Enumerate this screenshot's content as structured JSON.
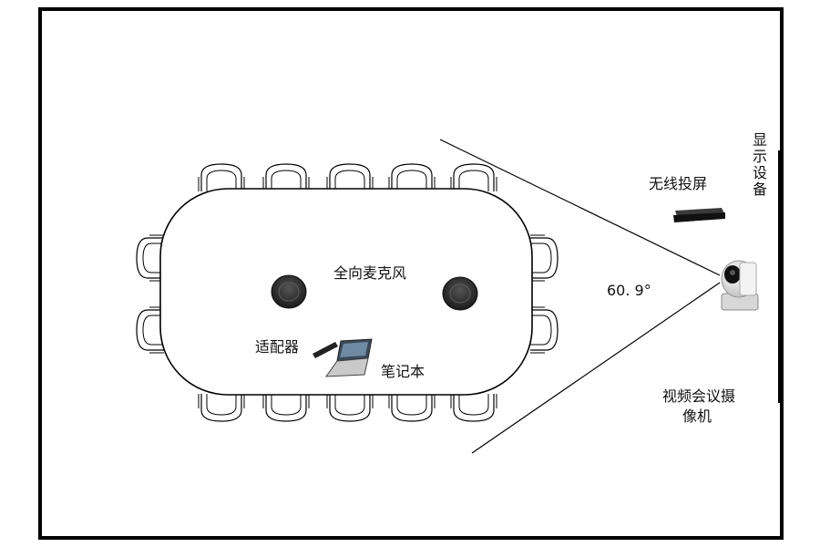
{
  "labels": {
    "mic": "全向麦克风",
    "adapter": "适配器",
    "laptop": "笔记本",
    "wireless": "无线投屏",
    "display": "显示设备",
    "camera_line1": "视频会议摄",
    "camera_line2": "像机",
    "angle": "60. 9°"
  },
  "colors": {
    "stroke": "#000000",
    "device_dark": "#2b2b2b",
    "background": "#ffffff"
  }
}
